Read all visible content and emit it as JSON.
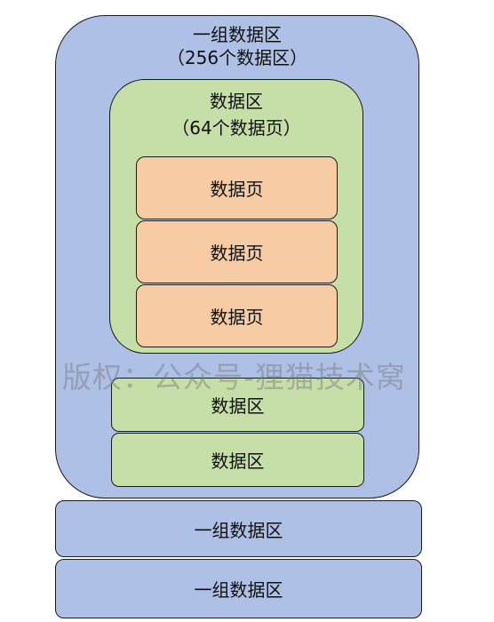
{
  "group_area": {
    "title_line1": "一组数据区",
    "title_line2": "（256个数据区）",
    "color": "#aec0e6"
  },
  "data_area": {
    "title_line1": "数据区",
    "title_line2": "（64个数据页）",
    "color": "#c6dfa9"
  },
  "data_pages": [
    {
      "label": "数据页"
    },
    {
      "label": "数据页"
    },
    {
      "label": "数据页"
    }
  ],
  "page_color": "#f7cba3",
  "extra_data_areas": [
    {
      "label": "数据区"
    },
    {
      "label": "数据区"
    }
  ],
  "extra_groups": [
    {
      "label": "一组数据区"
    },
    {
      "label": "一组数据区"
    }
  ],
  "watermark": "版权：公众号-狸猫技术窝"
}
